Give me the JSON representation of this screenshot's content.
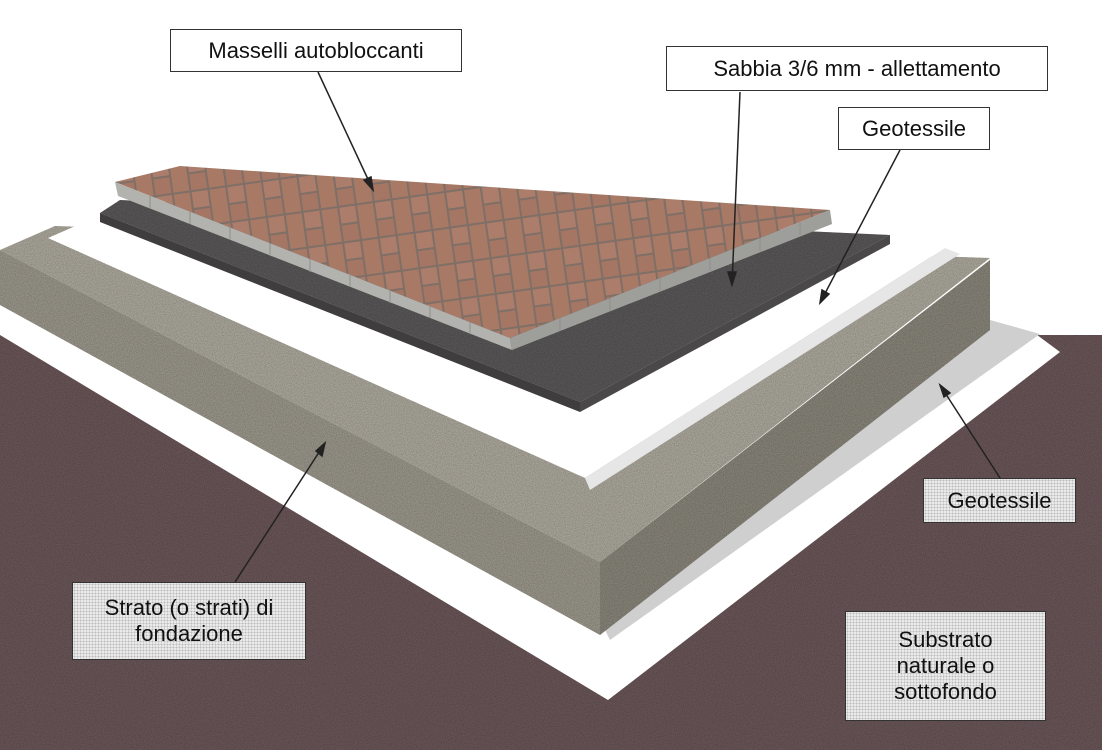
{
  "labels": {
    "masselli": "Masselli autobloccanti",
    "sabbia": "Sabbia 3/6 mm - allettamento",
    "geotessile_top": "Geotessile",
    "geotessile_bottom": "Geotessile",
    "strato_line1": "Strato (o strati) di",
    "strato_line2": "fondazione",
    "substrato_line1": "Substrato",
    "substrato_line2": "naturale o",
    "substrato_line3": "sottofondo"
  },
  "colors": {
    "ground": "#6f5a5c",
    "geotextile": "#ffffff",
    "foundation_top": "#b3afa3",
    "foundation_front": "#a19d91",
    "foundation_side": "#8e8a7f",
    "sand_top": "#5e5c5c",
    "paver": "#a87965",
    "paver_joint": "#7f6f66",
    "paver_edge": "#b2b2ae"
  }
}
